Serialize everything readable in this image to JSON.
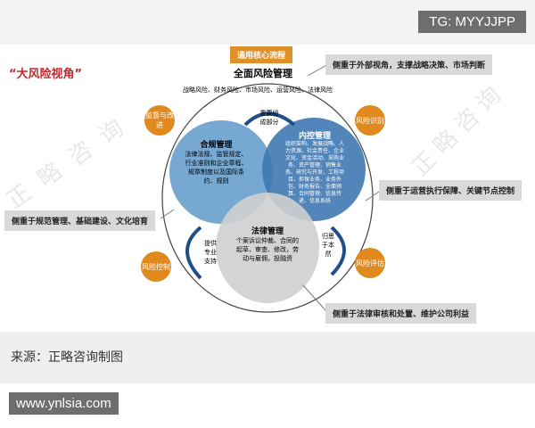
{
  "watermark_badge": "TG: MYYJJPP",
  "figure": {
    "headline": "“大风险视角”",
    "core_process_label": "通用核心流程",
    "title": "全面风险管理",
    "risk_types": "战略风险、财务风险、市场风险、运营风险、法律风险",
    "callouts": {
      "top_right": "侧重于外部视角，支撑战略决策、市场判断",
      "middle_right": "侧重于运营执行保障、关键节点控制",
      "left": "侧重于规范管理、基础建设、文化培育",
      "bottom_right": "侧重于法律审核和处置、维护公司利益"
    },
    "cycle": {
      "top_left": "监督与改进",
      "top_right": "风险识别",
      "bottom_left": "风险控制",
      "bottom_right": "风险评估"
    },
    "compliance": {
      "title": "合规管理",
      "body": "法律法规、监管规定、行业准则和企业章程、规章制度以及国际条约、规则"
    },
    "internal_control": {
      "title": "内控管理",
      "body": "组织架构、发展战略、人力资源、社会责任、企业文化、资金活动、采购业务、资产管理、销售业务、研究与开发、工程项目、担保业务、业务外包、财务报告、全面预算、合同管理、信息传递、信息系统"
    },
    "legal": {
      "title": "法律管理",
      "body": "个案诉讼仲裁、合同的起草、审查、修改，劳动与雇佣，投融资"
    },
    "arrow_labels": {
      "top": "重要组成部分",
      "left": "提供专业支持",
      "right": "归思于本然"
    },
    "watermark": "正略咨询",
    "colors": {
      "orange": "#e08a1e",
      "compliance_blue": "#6fa3d0",
      "internal_blue": "#3f78b3",
      "legal_gray": "#cfcfcf",
      "headline_red": "#c0272d"
    }
  },
  "footer": {
    "source": "来源：正略咨询制图"
  },
  "site_badge": "www.ynlsia.com"
}
